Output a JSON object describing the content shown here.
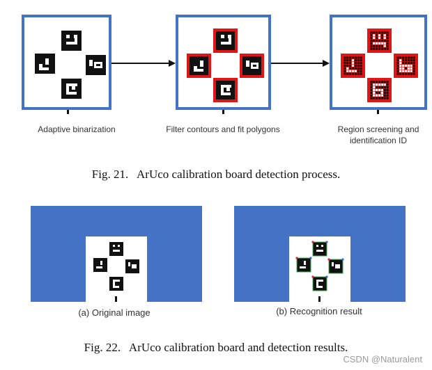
{
  "figure21": {
    "steps": [
      {
        "label": "Adaptive binarization"
      },
      {
        "label": "Filter contours and fit polygons"
      },
      {
        "label_line1": "Region screening and",
        "label_line2": "identification ID"
      }
    ],
    "caption": "Fig. 21.   ArUco calibration board detection process."
  },
  "figure22": {
    "panel_a_label": "(a) Original image",
    "panel_b_label": "(b) Recognition result",
    "caption": "Fig. 22.   ArUco calibration board and detection results."
  },
  "watermark": "CSDN @Naturalent",
  "colors": {
    "frame_blue": "#4472C4",
    "highlight_red": "#E01515",
    "marker_black": "#111111"
  }
}
